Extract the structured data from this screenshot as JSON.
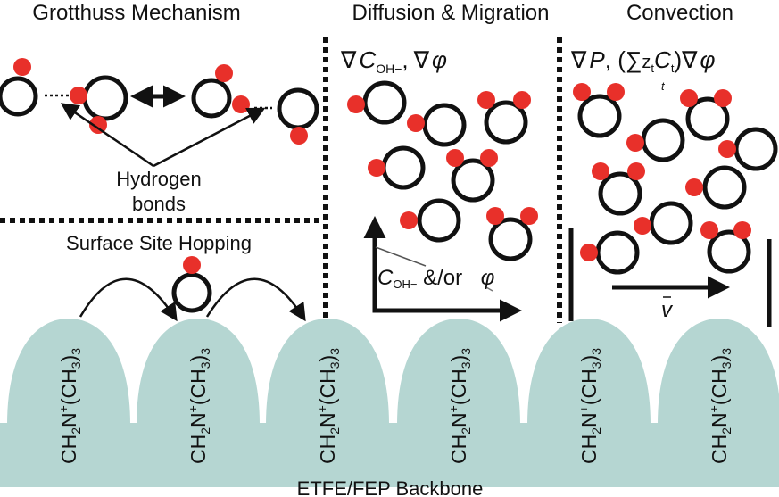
{
  "titles": {
    "grotthuss": "Grotthuss Mechanism",
    "diffusion": "Diffusion & Migration",
    "convection": "Convection"
  },
  "grotthuss": {
    "label_line1": "Hydrogen",
    "label_line2": "bonds"
  },
  "hopping": {
    "title": "Surface Site Hopping"
  },
  "diffusion": {
    "nabla": "∇",
    "c": "C",
    "oh_sub": "OH−",
    "comma": ",",
    "phi": "φ",
    "axis_c": "C",
    "axis_sub": "OH−",
    "axis_andor": " &/or ",
    "axis_phi": "φ"
  },
  "convection": {
    "nabla": "∇",
    "p": "P",
    "sep": ", (",
    "sigma": "∑",
    "sigma_sub": "t",
    "z": "z",
    "z_sub": "t",
    "c": "C",
    "c_sub": "t",
    "close": ")",
    "phi": "φ",
    "velocity": "v"
  },
  "sites": {
    "label_main": "CH",
    "label_sub2": "2",
    "label_n": "N",
    "label_plus": "+",
    "label_ch": "(CH",
    "label_sub3": "3",
    "label_close": ")",
    "label_sub3b": "3"
  },
  "backbone": {
    "label": "ETFE/FEP Backbone"
  },
  "colors": {
    "backbone": "#b5d6d2",
    "hydrogen": "#e8302a",
    "line": "#111111"
  }
}
